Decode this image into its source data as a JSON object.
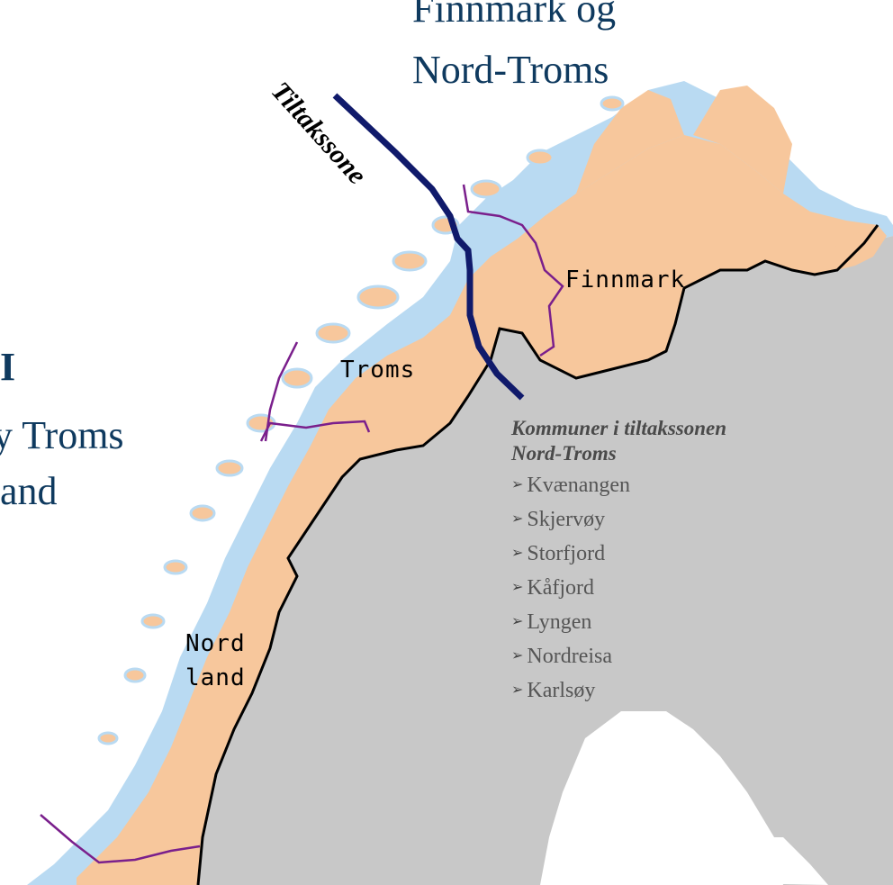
{
  "title": {
    "line1": "Finnmark og",
    "line2": "Nord-Troms"
  },
  "partial_text": {
    "left_heading": "I",
    "left_line1": "y Troms",
    "left_line2": "and"
  },
  "zone_label": "Tiltakssone",
  "regions": {
    "finnmark": "Finnmark",
    "troms": "Troms",
    "nordland_line1": "Nord",
    "nordland_line2": "land"
  },
  "list": {
    "heading_line1": "Kommuner i tiltakssonen",
    "heading_line2": "Nord-Troms",
    "bullet_symbol": "➢",
    "items": [
      "Kvænangen",
      "Skjervøy",
      "Storfjord",
      "Kåfjord",
      "Lyngen",
      "Nordreisa",
      "Karlsøy"
    ]
  },
  "colors": {
    "land_norway": "#f7c79c",
    "neighbor_land": "#c8c8c8",
    "coast_halo": "#b9daf2",
    "border_line": "#7a1f8c",
    "zone_line": "#101a6b",
    "title_text": "#0f3a5f"
  }
}
